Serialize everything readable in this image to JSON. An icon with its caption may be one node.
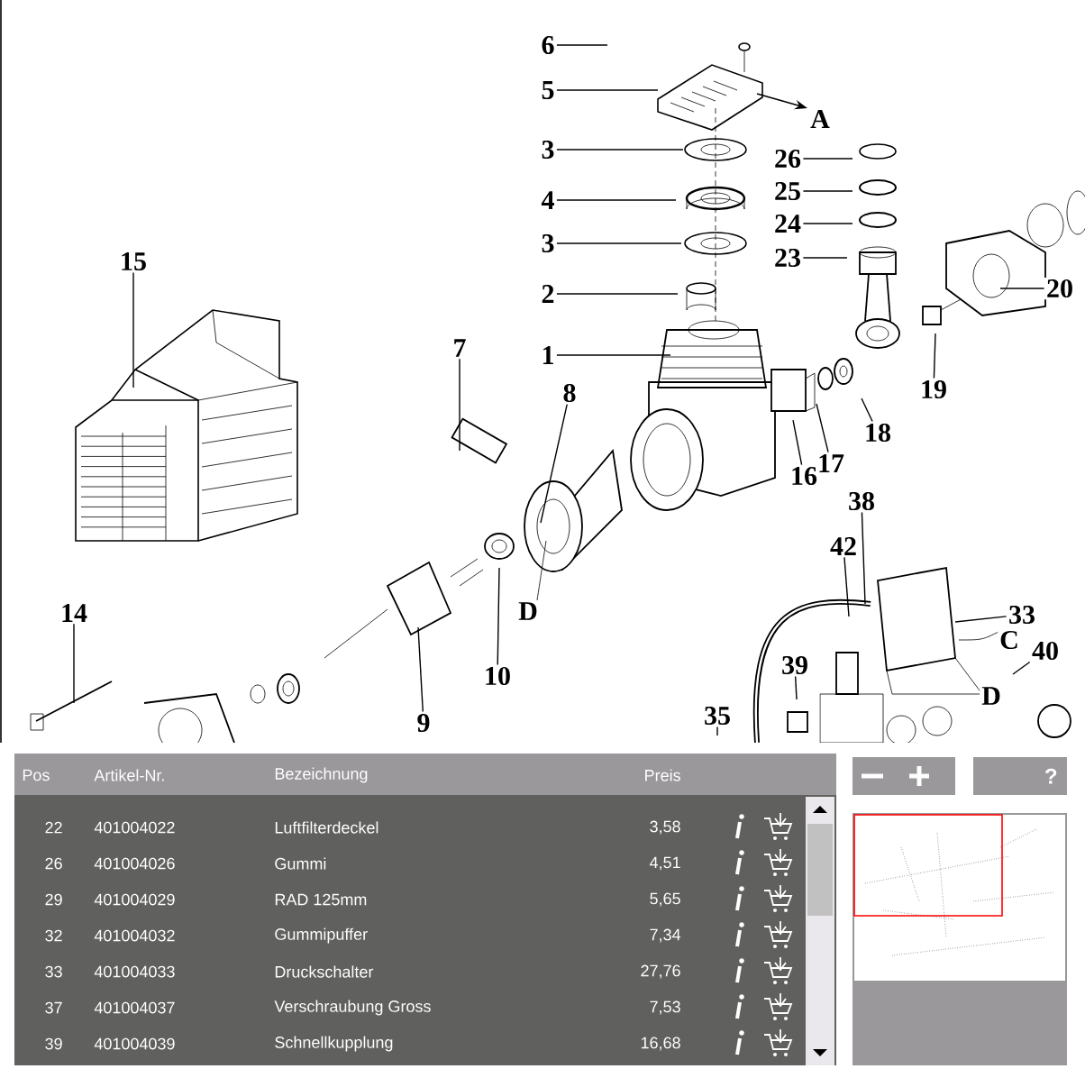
{
  "diagram": {
    "nodes": [
      {
        "text": [
          "6"
        ]
      },
      {
        "text": [
          "5"
        ]
      },
      {
        "text": [
          "3"
        ]
      },
      {
        "text": [
          "4"
        ]
      },
      {
        "text": [
          "3"
        ]
      },
      {
        "text": [
          "2"
        ]
      },
      {
        "text": [
          "1"
        ]
      },
      {
        "text": [
          "15"
        ]
      },
      {
        "text": [
          "7"
        ]
      },
      {
        "text": [
          "8"
        ]
      },
      {
        "text": [
          "10"
        ]
      },
      {
        "text": [
          "9"
        ]
      },
      {
        "text": [
          "14"
        ]
      },
      {
        "text": [
          "26"
        ]
      },
      {
        "text": [
          "25"
        ]
      },
      {
        "text": [
          "24"
        ]
      },
      {
        "text": [
          "23"
        ]
      },
      {
        "text": [
          "20"
        ]
      },
      {
        "text": [
          "19"
        ]
      },
      {
        "text": [
          "18"
        ]
      },
      {
        "text": [
          "17"
        ]
      },
      {
        "text": [
          "16"
        ]
      },
      {
        "text": [
          "38"
        ]
      },
      {
        "text": [
          "42"
        ]
      },
      {
        "text": [
          "33"
        ]
      },
      {
        "text": [
          "40"
        ]
      },
      {
        "text": [
          "39"
        ]
      },
      {
        "text": [
          "35"
        ]
      }
    ],
    "edges": [
      {
        "from": 0,
        "to": null,
        "arrow": "none"
      },
      {
        "from": 1,
        "to": null,
        "arrow": "none"
      },
      {
        "from": 2,
        "to": null,
        "arrow": "none"
      },
      {
        "from": 3,
        "to": null,
        "arrow": "none"
      },
      {
        "from": 4,
        "to": null,
        "arrow": "none"
      },
      {
        "from": 5,
        "to": null,
        "arrow": "none"
      },
      {
        "from": 6,
        "to": null,
        "arrow": "none"
      },
      {
        "from": 7,
        "to": null,
        "arrow": "none"
      },
      {
        "from": 8,
        "to": null,
        "arrow": "none"
      },
      {
        "from": 9,
        "to": null,
        "arrow": "none"
      },
      {
        "from": 10,
        "to": null,
        "arrow": "none"
      },
      {
        "from": 11,
        "to": null,
        "arrow": "none"
      },
      {
        "from": 12,
        "to": null,
        "arrow": "none"
      },
      {
        "from": 13,
        "to": null,
        "arrow": "none"
      },
      {
        "from": 14,
        "to": null,
        "arrow": "none"
      },
      {
        "from": 15,
        "to": null,
        "arrow": "none"
      },
      {
        "from": 16,
        "to": null,
        "arrow": "none"
      },
      {
        "from": 17,
        "to": null,
        "arrow": "none"
      },
      {
        "from": 18,
        "to": null,
        "arrow": "none"
      },
      {
        "from": 19,
        "to": null,
        "arrow": "none"
      },
      {
        "from": 20,
        "to": null,
        "arrow": "none"
      },
      {
        "from": 21,
        "to": null,
        "arrow": "none"
      },
      {
        "from": 22,
        "to": null,
        "arrow": "none"
      },
      {
        "from": 23,
        "to": null,
        "arrow": "none"
      },
      {
        "from": 24,
        "to": null,
        "arrow": "none"
      },
      {
        "from": 25,
        "to": null,
        "arrow": "none"
      },
      {
        "from": 26,
        "to": null,
        "arrow": "none"
      },
      {
        "from": 27,
        "to": null,
        "arrow": "none"
      }
    ],
    "labels": [
      "A",
      "D",
      "C",
      "D",
      "Pos",
      "Artikel-Nr.",
      "Bezeichnung",
      "Preis",
      "22",
      "401004022",
      "Luftfilterdeckel",
      "3,58",
      "26",
      "401004026",
      "Gummi",
      "4,51",
      "29",
      "401004029",
      "RAD 125mm",
      "5,65",
      "32",
      "401004032",
      "Gummipuffer",
      "7,34",
      "33",
      "401004033",
      "Druckschalter",
      "27,76",
      "37",
      "401004037",
      "Verschraubung Gross",
      "7,53",
      "39",
      "401004039",
      "Schnellkupplung",
      "16,68",
      "?"
    ]
  }
}
